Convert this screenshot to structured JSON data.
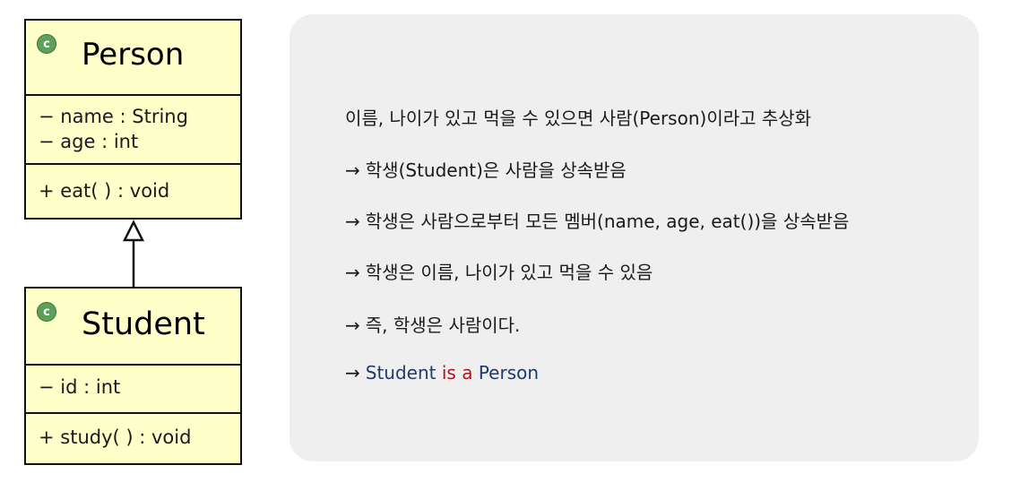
{
  "diagram": {
    "classes": [
      {
        "id": "person",
        "badge": "c",
        "name": "Person",
        "attributes": [
          "− name : String",
          "− age : int"
        ],
        "operations": [
          "+ eat( ) : void"
        ]
      },
      {
        "id": "student",
        "badge": "c",
        "name": "Student",
        "attributes": [
          "− id : int"
        ],
        "operations": [
          "+ study( ) : void"
        ]
      }
    ],
    "relation": {
      "type": "inheritance",
      "from": "Student",
      "to": "Person"
    }
  },
  "description": {
    "arrow": "→",
    "lines": [
      "이름, 나이가 있고 먹을 수 있으면 사람(Person)이라고 추상화",
      "학생(Student)은 사람을 상속받음",
      "학생은 사람으로부터 모든 멤버(name, age, eat())을 상속받음",
      "학생은 이름, 나이가 있고 먹을 수 있음",
      "즉, 학생은 사람이다."
    ],
    "conclusion": {
      "subject": "Student",
      "verb": "is a",
      "object": "Person"
    },
    "colors": {
      "subject_object": "#1f3a6b",
      "verb": "#b0121b"
    }
  }
}
